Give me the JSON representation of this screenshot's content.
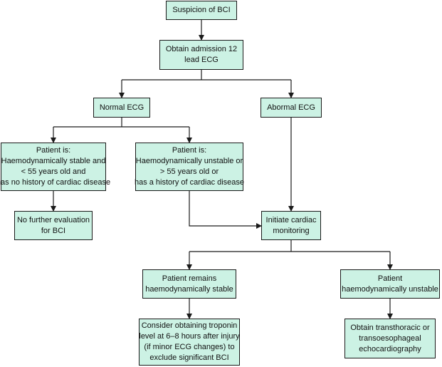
{
  "colors": {
    "box_fill": "#ccf2e4",
    "box_border": "#1a1a1a",
    "line": "#1a1a1a"
  },
  "nodes": {
    "suspicion": {
      "lines": [
        "Suspicion of BCI"
      ]
    },
    "admission_ecg": {
      "lines": [
        "Obtain admission 12",
        "lead ECG"
      ]
    },
    "normal_ecg": {
      "lines": [
        "Normal ECG"
      ]
    },
    "abnormal_ecg": {
      "lines": [
        "Abormal ECG"
      ]
    },
    "stable_young": {
      "lines": [
        "Patient is:",
        "Haemodynamically stable and",
        "< 55 years old and",
        "has no history of cardiac disease"
      ]
    },
    "unstable_old": {
      "lines": [
        "Patient is:",
        "Haemodynamically unstable or",
        "> 55 years old or",
        "has a history of cardiac disease"
      ]
    },
    "no_further": {
      "lines": [
        "No further evaluation",
        "for BCI"
      ]
    },
    "cardiac_monitoring": {
      "lines": [
        "Initiate cardiac",
        "monitoring"
      ]
    },
    "remains_stable": {
      "lines": [
        "Patient remains",
        "haemodynamically stable"
      ]
    },
    "unstable": {
      "lines": [
        "Patient",
        "haemodynamically unstable"
      ]
    },
    "troponin": {
      "lines": [
        "Consider obtaining troponin",
        "level at 6–8 hours after injury",
        "(if minor ECG changes) to",
        "exclude significant BCI"
      ]
    },
    "echo": {
      "lines": [
        "Obtain transthoracic or",
        "transoesophageal",
        "echocardiography"
      ]
    }
  }
}
